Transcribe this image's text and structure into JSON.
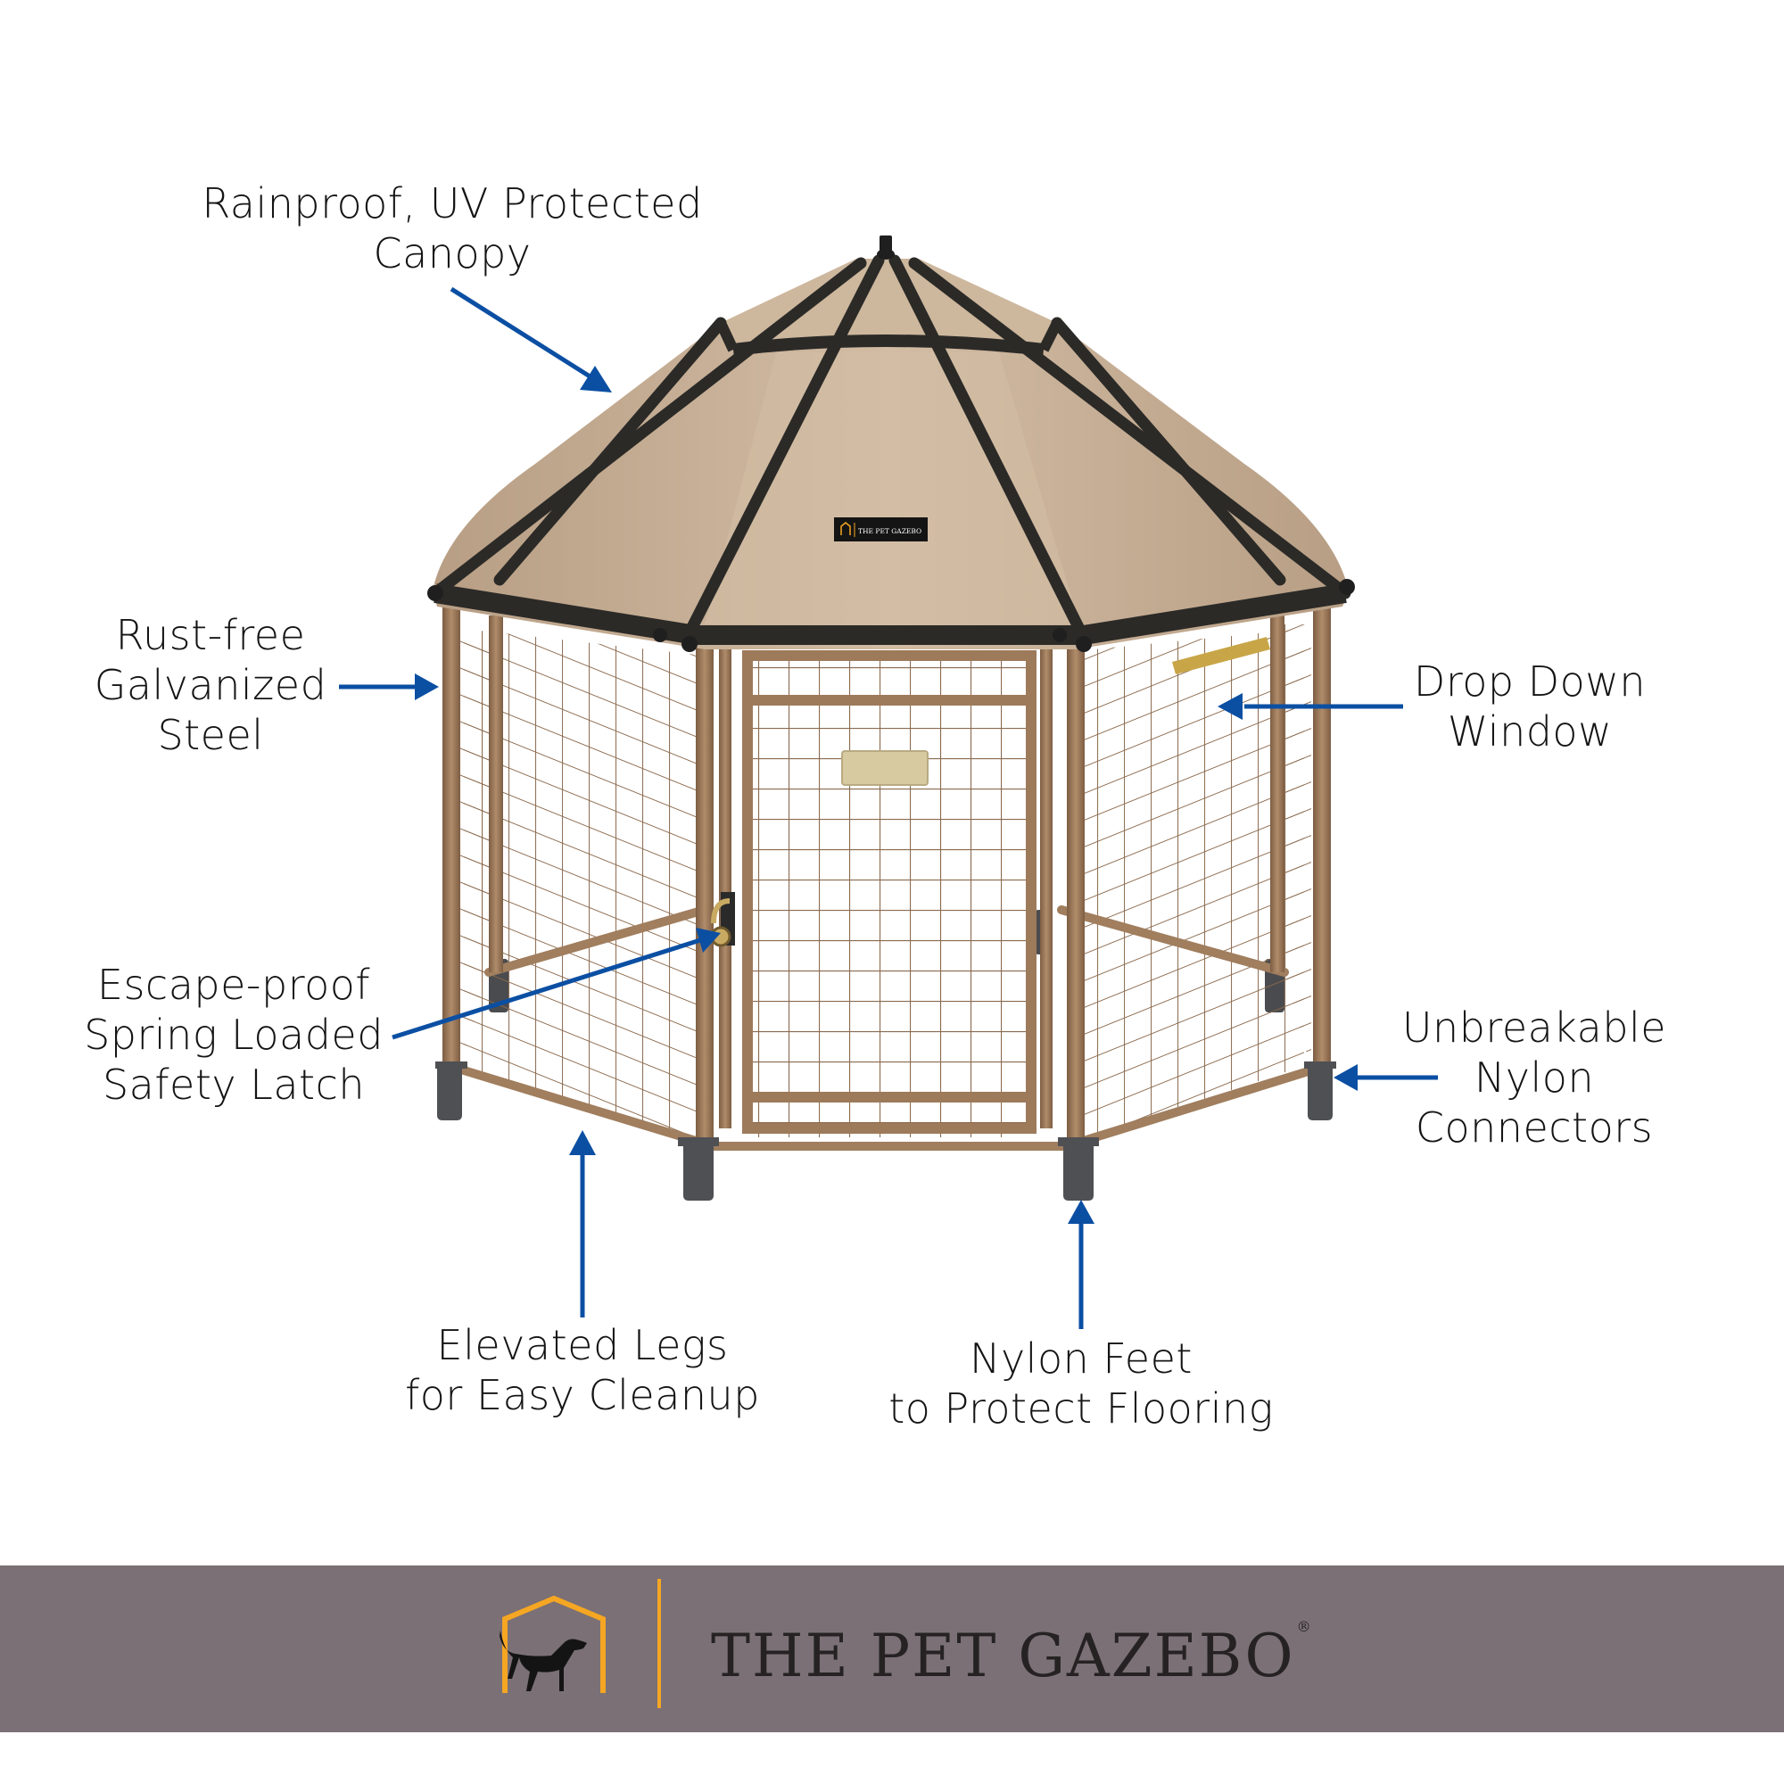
{
  "colors": {
    "background": "#ffffff",
    "arrow": "#0b4fa3",
    "label_text": "#141414",
    "canopy": "#c9b197",
    "canopy_trim": "#2b2a27",
    "frame": "#9d7a5a",
    "feet": "#4a4b4e",
    "banner_bg": "#7a7075",
    "banner_accent": "#f5a623",
    "banner_text": "#262223"
  },
  "callouts": [
    {
      "id": "canopy",
      "lines": [
        "Rainproof, UV Protected",
        "Canopy"
      ],
      "arrow_direction": "down-right"
    },
    {
      "id": "steel",
      "lines": [
        "Rust-free",
        "Galvanized",
        "Steel"
      ],
      "arrow_direction": "right"
    },
    {
      "id": "latch",
      "lines": [
        "Escape-proof",
        "Spring Loaded",
        "Safety Latch"
      ],
      "arrow_direction": "up-right"
    },
    {
      "id": "legs",
      "lines": [
        "Elevated Legs",
        "for Easy Cleanup"
      ],
      "arrow_direction": "up"
    },
    {
      "id": "feet",
      "lines": [
        "Nylon Feet",
        "to Protect Flooring"
      ],
      "arrow_direction": "up"
    },
    {
      "id": "connectors",
      "lines": [
        "Unbreakable",
        "Nylon",
        "Connectors"
      ],
      "arrow_direction": "left"
    },
    {
      "id": "window",
      "lines": [
        "Drop Down",
        "Window"
      ],
      "arrow_direction": "left"
    }
  ],
  "product": {
    "canopy_tag_text": "THE PET GAZEBO"
  },
  "banner": {
    "brand_name": "THE PET GAZEBO",
    "registered_mark": "®",
    "logo_icon": "dog-in-house-icon"
  }
}
